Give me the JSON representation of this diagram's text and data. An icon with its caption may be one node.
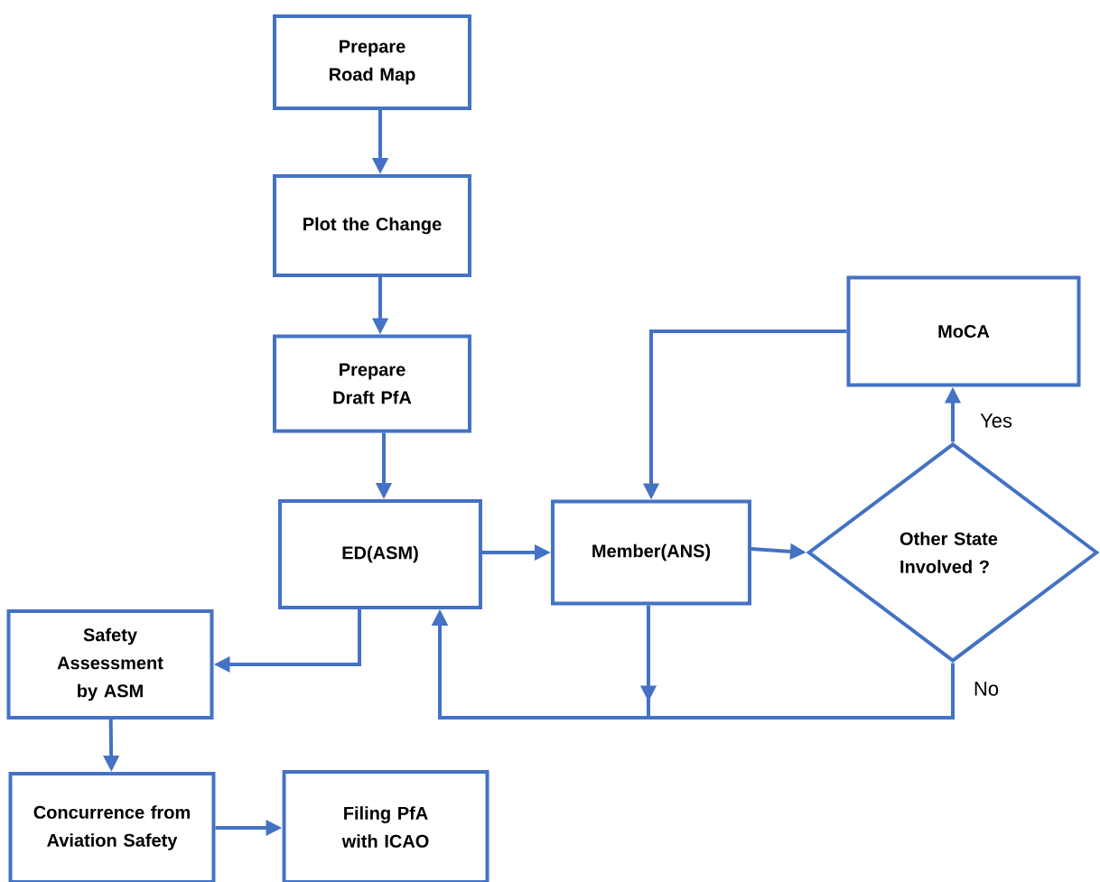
{
  "diagram": {
    "nodes": [
      {
        "text": [
          "Prepare Road Map"
        ]
      },
      {
        "text": [
          "Plot the Change"
        ]
      },
      {
        "text": [
          "Prepare Draft PfA"
        ]
      },
      {
        "text": [
          "ED(ASM)"
        ]
      },
      {
        "text": [
          "Member(ANS)"
        ]
      },
      {
        "text": [
          "MoCA"
        ]
      },
      {
        "text": [
          "Other State Involved ?"
        ]
      },
      {
        "text": [
          "Safety Assessment by ASM"
        ]
      },
      {
        "text": [
          "Concurrence from Aviation Safety"
        ]
      },
      {
        "text": [
          "Filing PfA with ICAO"
        ]
      }
    ],
    "edges": [
      {
        "from": 0,
        "to": 1,
        "arrow": "to"
      },
      {
        "from": 1,
        "to": 2,
        "arrow": "to"
      },
      {
        "from": 2,
        "to": 3,
        "arrow": "to"
      },
      {
        "from": 3,
        "to": 4,
        "arrow": "to"
      },
      {
        "from": 4,
        "to": 6,
        "arrow": "to"
      },
      {
        "from": 6,
        "to": 5,
        "arrow": "to",
        "label": "Yes"
      },
      {
        "from": 5,
        "to": 4,
        "arrow": "to"
      },
      {
        "from": 6,
        "to": 3,
        "arrow": "to",
        "label": "No"
      },
      {
        "from": 4,
        "to": 3,
        "arrow": "to"
      },
      {
        "from": 3,
        "to": 7,
        "arrow": "to"
      },
      {
        "from": 7,
        "to": 8,
        "arrow": "to"
      },
      {
        "from": 8,
        "to": 9,
        "arrow": "to"
      }
    ]
  }
}
